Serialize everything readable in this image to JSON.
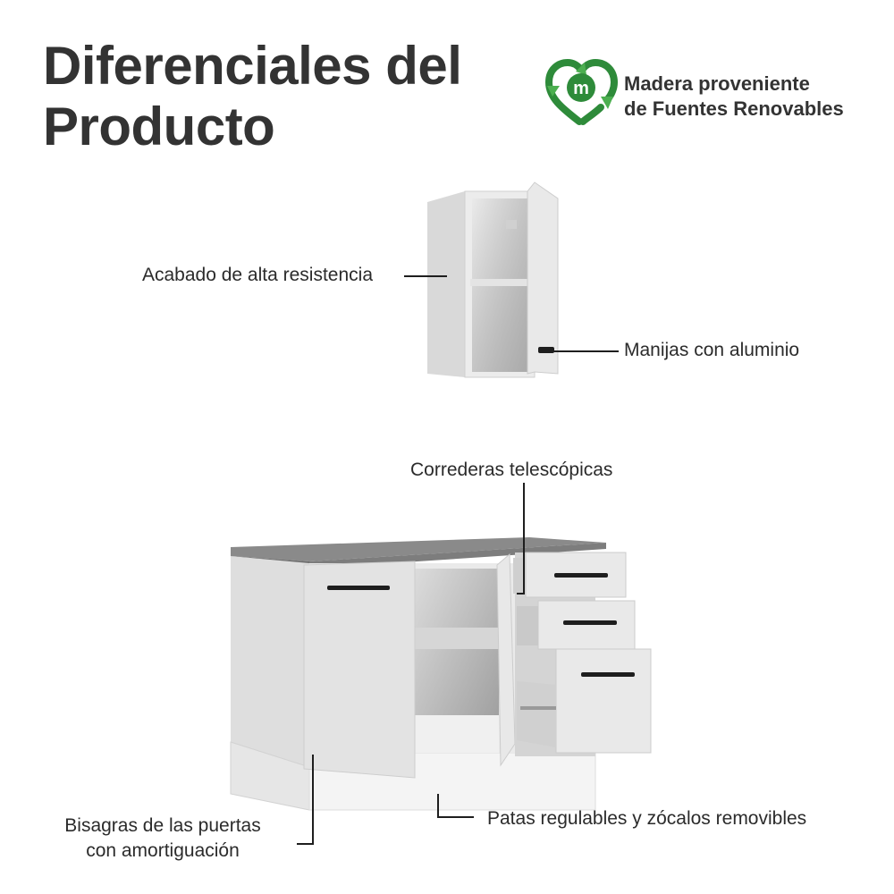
{
  "header": {
    "title_line1": "Diferenciales del",
    "title_line2": "Producto"
  },
  "badge": {
    "icon": "recycle-m-icon",
    "icon_letter": "m",
    "line1": "Madera proveniente",
    "line2": "de Fuentes Renovables",
    "color": "#2e8b3a"
  },
  "callouts": {
    "finish": "Acabado de alta resistencia",
    "handles": "Manijas con aluminio",
    "slides": "Correderas telescópicas",
    "hinges_line1": "Bisagras de las puertas",
    "hinges_line2": "con amortiguación",
    "legs": "Patas regulables y zócalos removibles"
  },
  "colors": {
    "cabinet_white": "#e6e6e6",
    "countertop_gray": "#7d7d7d",
    "handle_black": "#1e1e1e"
  }
}
